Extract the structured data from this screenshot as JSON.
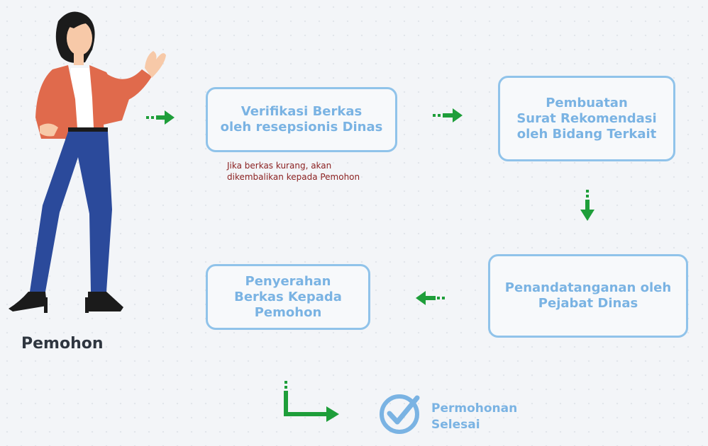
{
  "person": {
    "label": "Pemohon"
  },
  "steps": [
    {
      "id": "verifikasi",
      "lines": [
        "Verifikasi Berkas",
        "oleh resepsionis Dinas"
      ]
    },
    {
      "id": "pembuatan",
      "lines": [
        "Pembuatan",
        "Surat Rekomendasi",
        "oleh Bidang Terkait"
      ]
    },
    {
      "id": "penandatanganan",
      "lines": [
        "Penandatanganan oleh",
        "Pejabat Dinas"
      ]
    },
    {
      "id": "penyerahan",
      "lines": [
        "Penyerahan",
        "Berkas Kepada",
        "Pemohon"
      ]
    }
  ],
  "note": {
    "lines": [
      "Jika berkas kurang, akan",
      "dikembalikan kepada Pemohon"
    ]
  },
  "finish": {
    "lines": [
      "Permohonan",
      "Selesai"
    ]
  },
  "colors": {
    "box_border": "#90c3ea",
    "box_text": "#7ab3e3",
    "arrow": "#1e9e3a",
    "note_text": "#8a1f1f",
    "person_label": "#2f3640",
    "jacket": "#e06a4c",
    "pants": "#2b4a9b",
    "hair": "#1b1b1b",
    "skin": "#f7c9a8"
  }
}
